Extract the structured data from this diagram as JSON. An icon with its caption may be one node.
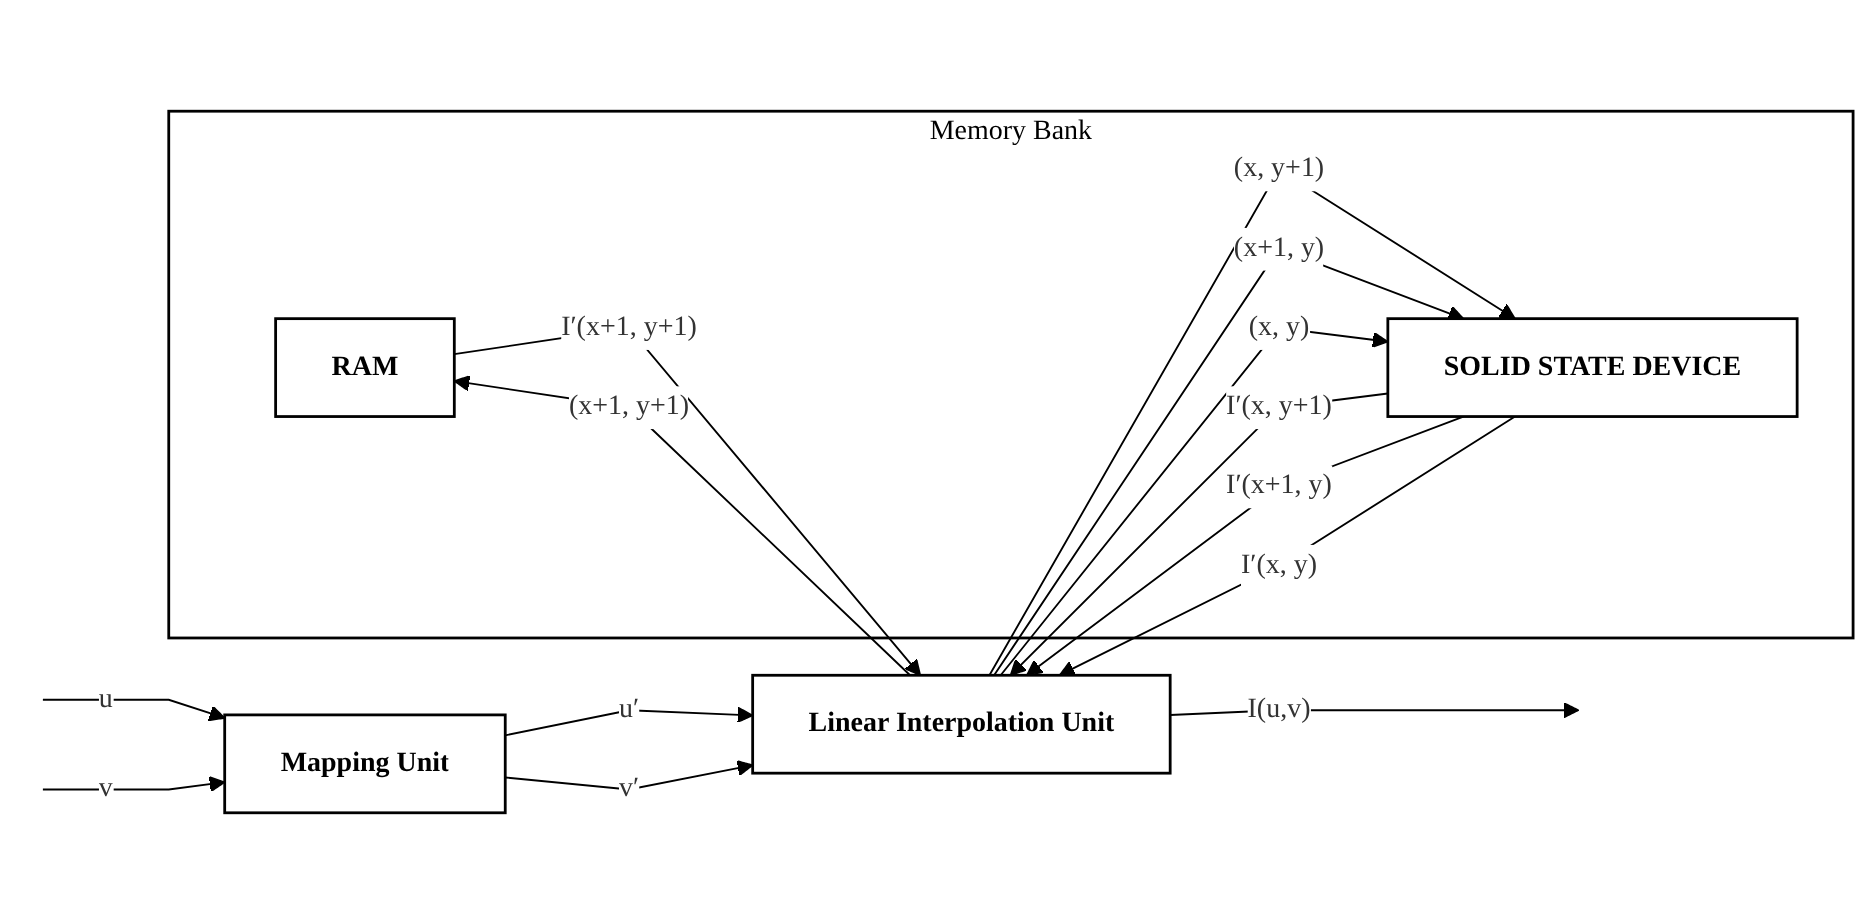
{
  "diagram": {
    "nodes": [
      {
        "text": [
          "Memory Bank"
        ]
      },
      {
        "text": [
          "RAM"
        ],
        "in": 0
      },
      {
        "text": [
          "SOLID STATE DEVICE"
        ],
        "in": 0
      },
      {
        "text": [
          "Mapping Unit"
        ]
      },
      {
        "text": [
          "Linear Interpolation Unit"
        ]
      }
    ],
    "edges": [
      {
        "from": null,
        "to": 3,
        "arrow": "to",
        "label": "u"
      },
      {
        "from": null,
        "to": 3,
        "arrow": "to",
        "label": "v"
      },
      {
        "from": 3,
        "to": 4,
        "arrow": "to",
        "label": "u′"
      },
      {
        "from": 3,
        "to": 4,
        "arrow": "to",
        "label": "v′"
      },
      {
        "from": 4,
        "to": 1,
        "arrow": "to",
        "label": "(x+1, y+1)"
      },
      {
        "from": 4,
        "to": 2,
        "arrow": "to",
        "label": "(x, y+1)"
      },
      {
        "from": 4,
        "to": 2,
        "arrow": "to",
        "label": "(x+1, y)"
      },
      {
        "from": 4,
        "to": 2,
        "arrow": "to",
        "label": "(x, y)"
      },
      {
        "from": 1,
        "to": 4,
        "arrow": "to",
        "label": "I′(x+1, y+1)"
      },
      {
        "from": 2,
        "to": 4,
        "arrow": "to",
        "label": "I′(x, y+1)"
      },
      {
        "from": 2,
        "to": 4,
        "arrow": "to",
        "label": "I′(x+1, y)"
      },
      {
        "from": 2,
        "to": 4,
        "arrow": "to",
        "label": "I′(x, y)"
      },
      {
        "from": 4,
        "to": null,
        "arrow": "to",
        "label": "I(u,v)"
      }
    ]
  }
}
